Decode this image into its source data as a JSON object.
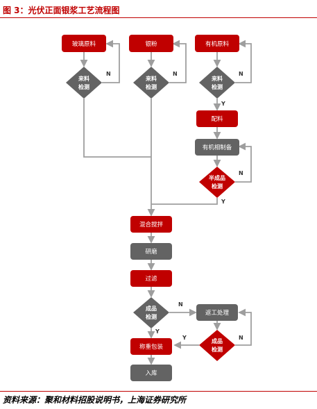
{
  "title": "图 3：光伏正面银浆工艺流程图",
  "source": "资料来源：聚和材料招股说明书，上海证券研究所",
  "colors": {
    "red": "#c00000",
    "gray": "#636363",
    "line": "#9e9e9e",
    "accent": "#c00000"
  },
  "nodes": {
    "glass": "玻璃原料",
    "silver": "银粉",
    "organic_raw": "有机原料",
    "check1": [
      "来料",
      "检测"
    ],
    "check2": [
      "来料",
      "检测"
    ],
    "check3": [
      "来料",
      "检测"
    ],
    "batching": "配料",
    "organic_prep": "有机相制备",
    "semi_check": [
      "半成品",
      "检测"
    ],
    "mixing": "混合搅拌",
    "grinding": "研磨",
    "filtering": "过滤",
    "product_check": [
      "成品",
      "检测"
    ],
    "rework": "返工处理",
    "product_check2": [
      "成品",
      "检测"
    ],
    "weigh_pack": "称重包装",
    "storage": "入库"
  },
  "labels": {
    "yes": "Y",
    "no": "N"
  }
}
